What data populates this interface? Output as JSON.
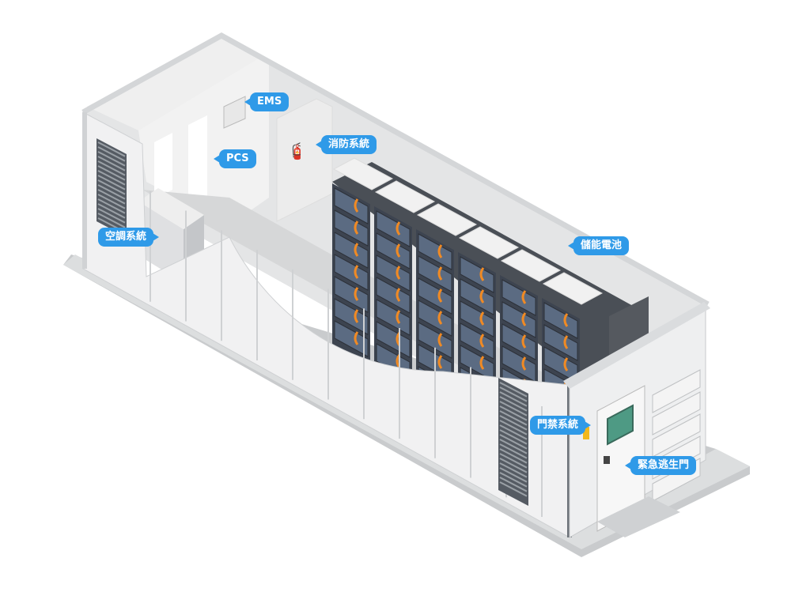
{
  "labels": {
    "ems": "EMS",
    "pcs": "PCS",
    "fire": "消防系統",
    "hvac": "空調系統",
    "battery": "儲能電池",
    "access": "門禁系統",
    "exit_door": "緊急逃生門"
  },
  "colors": {
    "accent": "#2f9ae8",
    "frame": "#d9dbdd",
    "rack": "#3d4450",
    "module": "#5b6b82",
    "cable": "#f08a24",
    "hazard": "#f2b81c",
    "panel": "#6db39a"
  }
}
